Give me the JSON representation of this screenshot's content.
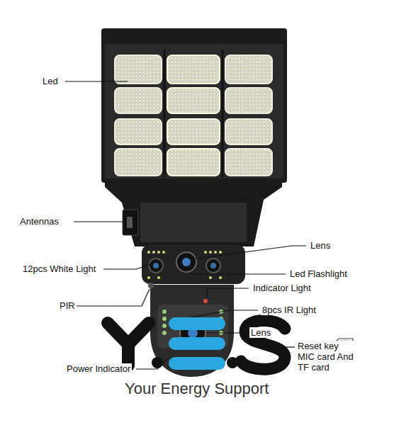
{
  "diagram": {
    "labels": [
      "Led",
      "Antennas",
      "Lens",
      "12pcs White Light",
      "Led Flashlight",
      "PIR",
      "Indicator Light",
      "8pcs IR Light",
      "Lens",
      "Reset key MIC card And TF card",
      "Power Indicator",
      "Your Energy Support"
    ]
  }
}
